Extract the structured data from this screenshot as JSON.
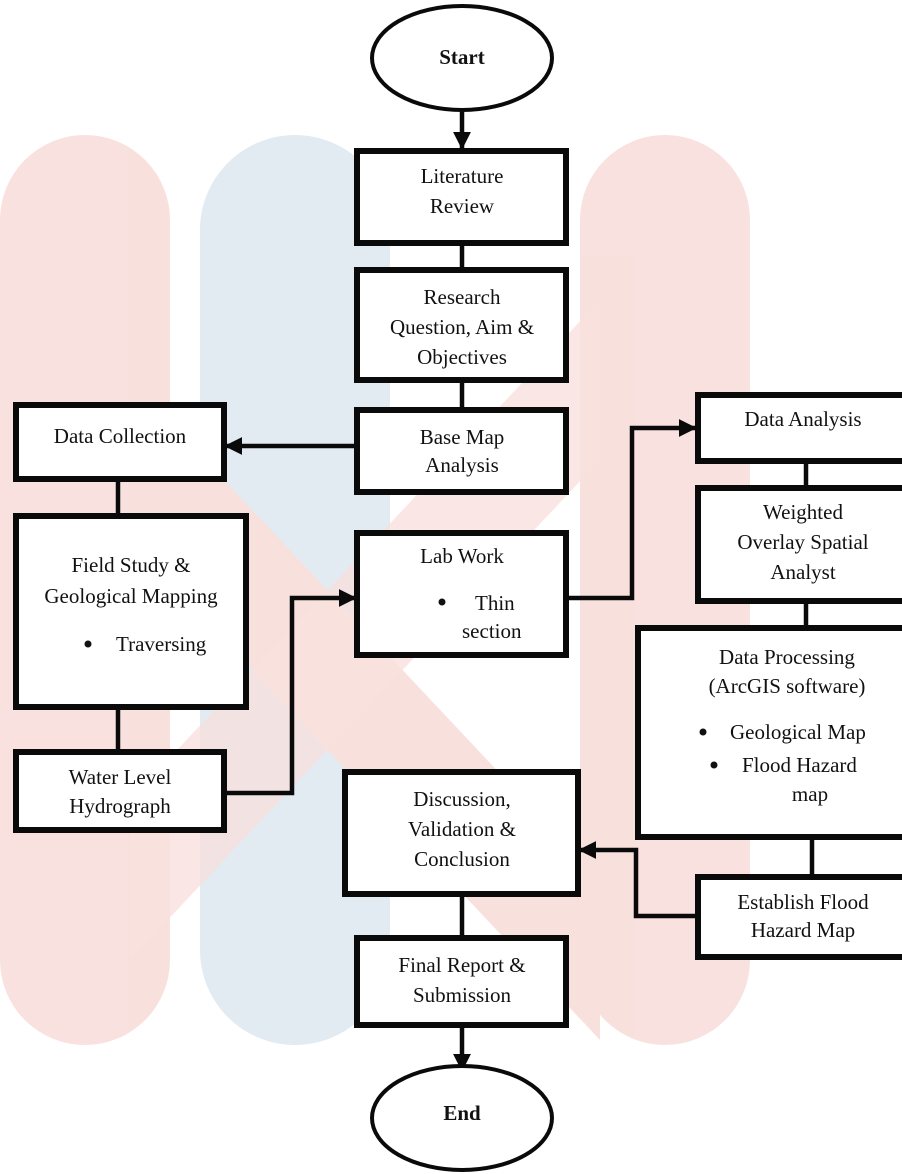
{
  "diagram": {
    "start": "Start",
    "end": "End",
    "literature_review": [
      "Literature",
      "Review"
    ],
    "research_question": [
      "Research",
      "Question, Aim &",
      "Objectives"
    ],
    "base_map_analysis": [
      "Base Map",
      "Analysis"
    ],
    "data_collection": [
      "Data Collection"
    ],
    "field_study": {
      "lines": [
        "Field Study &",
        "Geological Mapping"
      ],
      "bullets": [
        "Traversing"
      ]
    },
    "water_level": [
      "Water Level",
      "Hydrograph"
    ],
    "lab_work": {
      "lines": [
        "Lab Work"
      ],
      "bullets": [
        "Thin",
        "section"
      ]
    },
    "data_analysis": [
      "Data Analysis"
    ],
    "weighted_overlay": [
      "Weighted",
      "Overlay Spatial",
      "Analyst"
    ],
    "data_processing": {
      "lines": [
        "Data Processing",
        "(ArcGIS software)"
      ],
      "bullets": [
        "Geological Map",
        "Flood Hazard",
        "map"
      ]
    },
    "establish_flood": [
      "Establish Flood",
      "Hazard Map"
    ],
    "discussion": [
      "Discussion,",
      "Validation &",
      "Conclusion"
    ],
    "final_report": [
      "Final Report &",
      "Submission"
    ]
  },
  "watermark": {
    "colors": [
      "#f7dcd8",
      "#dde7f0"
    ]
  }
}
